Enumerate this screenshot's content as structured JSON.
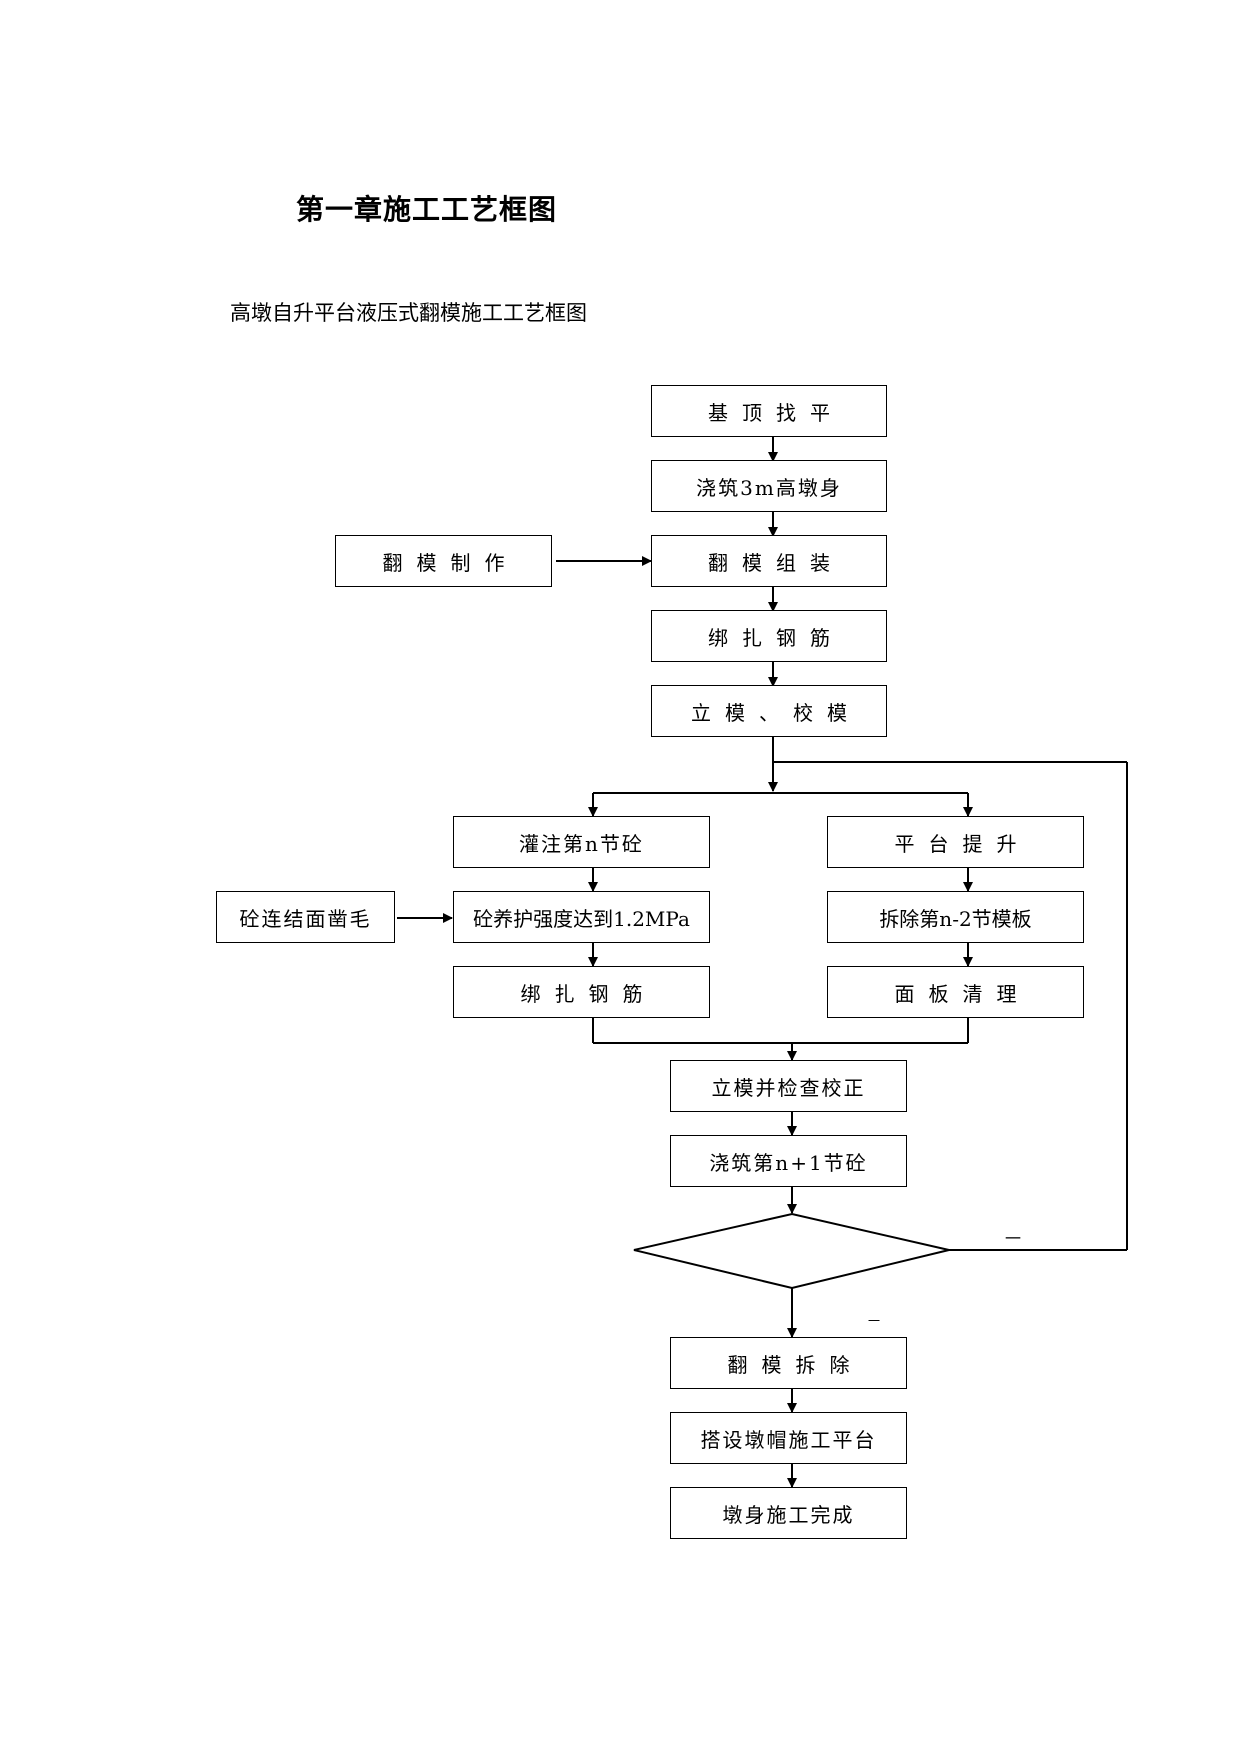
{
  "chapter_title": "第一章施工工艺框图",
  "subtitle": "高墩自升平台液压式翻模施工工艺框图",
  "steps": {
    "s1": "基顶找平",
    "s2": "浇筑3m高墩身",
    "side_fabricate": "翻模制作",
    "s3": "翻模组装",
    "s4": "绑扎钢筋",
    "s5": "立模、校模",
    "left1": "灌注第n节砼",
    "left2": "砼养护强度达到1.2MPa",
    "left3": "绑扎钢筋",
    "side_chisel": "砼连结面凿毛",
    "right1": "平台提升",
    "right2": "拆除第n-2节模板",
    "right3": "面板清理",
    "s6": "立模并检查校正",
    "s7": "浇筑第n+1节砼",
    "s8": "翻模拆除",
    "s9": "搭设墩帽施工平台",
    "s10": "墩身施工完成"
  },
  "decision": {
    "text": "",
    "no_mark": "一",
    "yes_mark": "一"
  }
}
